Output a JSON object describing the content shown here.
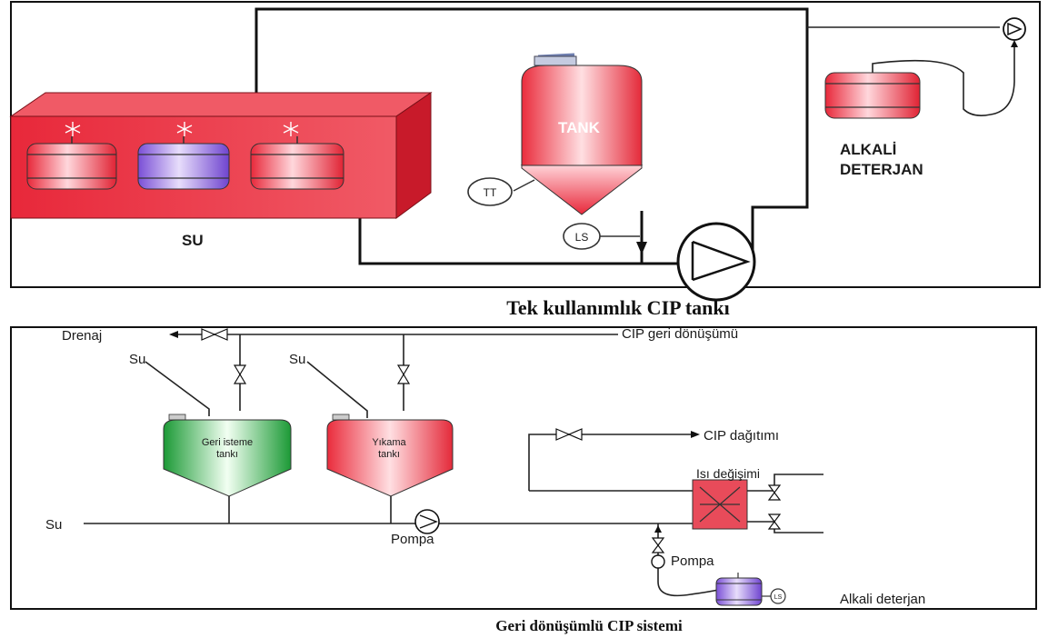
{
  "top_diagram": {
    "water_label": "SU",
    "tank_label": "TANK",
    "temp_sensor": "TT",
    "level_sensor": "LS",
    "detergent_label_1": "ALKALİ",
    "detergent_label_2": "DETERJAN"
  },
  "caption_top": "Tek kullanımlık CIP tankı",
  "bottom_diagram": {
    "drain": "Drenaj",
    "cip_return": "CIP geri dönüşümü",
    "water_1": "Su",
    "water_2": "Su",
    "water_3": "Su",
    "recovery_tank_1": "Geri isteme",
    "recovery_tank_2": "tankı",
    "wash_tank_1": "Yıkama",
    "wash_tank_2": "tankı",
    "pump_1": "Pompa",
    "cip_distribution": "CIP dağıtımı",
    "heat_exchange": "Isı değişimi",
    "pump_2": "Pompa",
    "level_sensor": "LS",
    "detergent": "Alkali deterjan"
  },
  "caption_bottom": "Geri dönüşümlü CIP sistemi",
  "colors": {
    "red": "#e8283a",
    "pink": "#f7c6cc",
    "purple": "#8e6ad8",
    "green": "#1f9e3a"
  }
}
